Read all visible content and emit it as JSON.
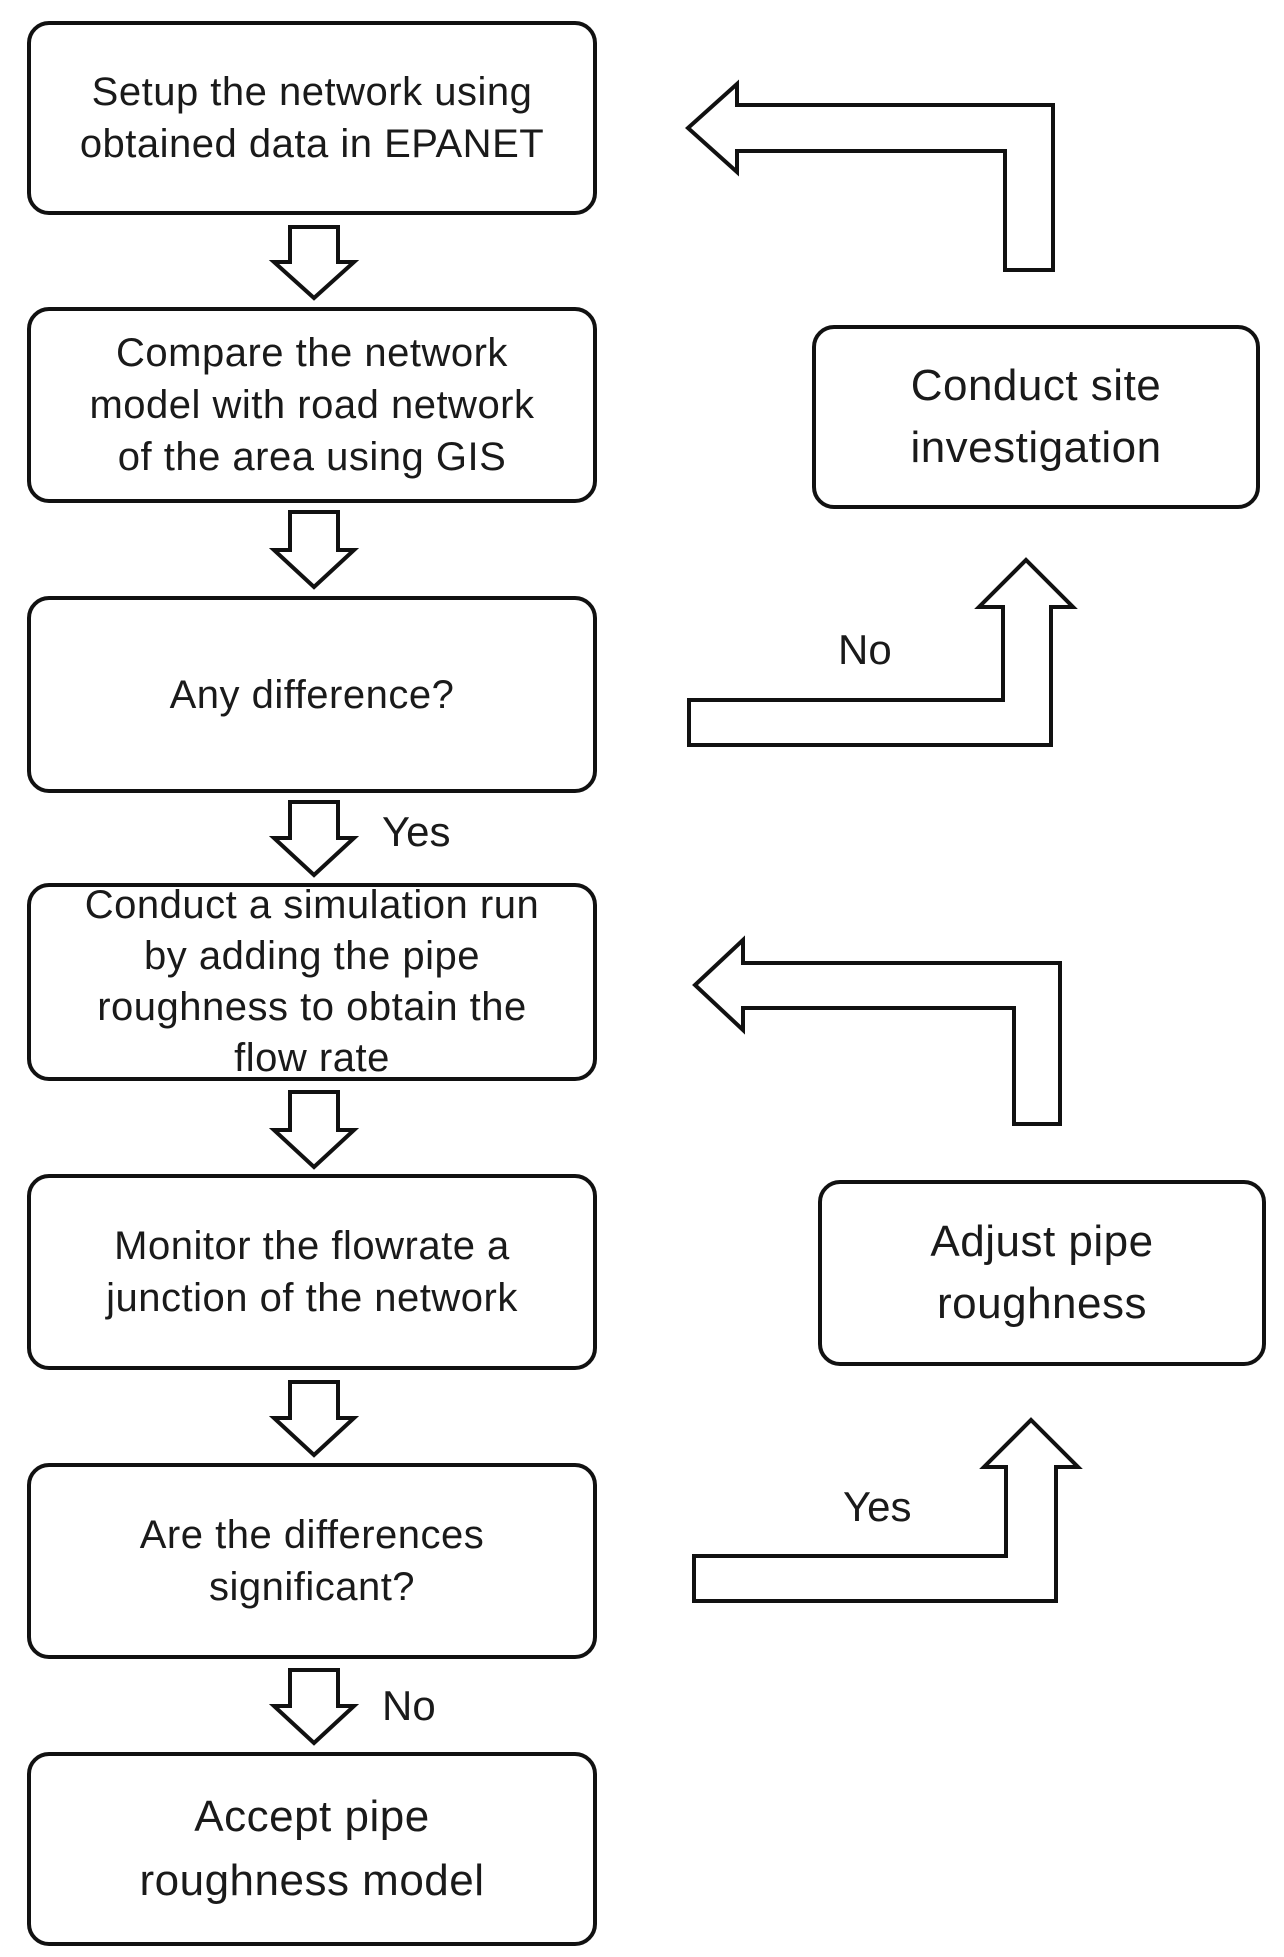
{
  "boxes": {
    "setup": "Setup the network using\nobtained data in EPANET",
    "compare": "Compare the network\nmodel with road network\nof the area using GIS",
    "difference": "Any difference?",
    "simulation": "Conduct a simulation run\nby adding the pipe\nroughness to obtain the\nflow rate",
    "monitor": "Monitor the flowrate a\njunction of the network",
    "significant": "Are the differences\nsignificant?",
    "accept": "Accept pipe\nroughness model",
    "site": "Conduct site\ninvestigation",
    "adjust": "Adjust pipe\nroughness"
  },
  "labels": {
    "diff_yes": "Yes",
    "diff_no": "No",
    "sig_yes": "Yes",
    "sig_no": "No"
  }
}
